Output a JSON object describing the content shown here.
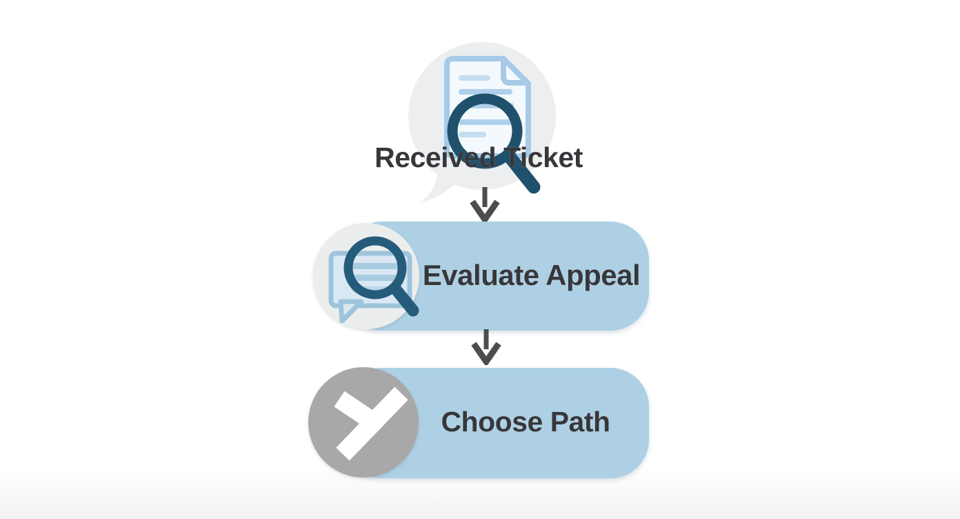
{
  "diagram": {
    "type": "flowchart",
    "direction": "vertical",
    "background": "#FFFFFF",
    "steps": [
      {
        "id": "received-ticket",
        "label": "Received Ticket",
        "icon": "document-search-icon",
        "shape": "speech-bubble-circle"
      },
      {
        "id": "evaluate-appeal",
        "label": "Evaluate Appeal",
        "icon": "comment-search-icon",
        "shape": "rounded-pill"
      },
      {
        "id": "choose-path",
        "label": "Choose Path",
        "icon": "branch-fork-icon",
        "shape": "rounded-pill"
      }
    ],
    "connectors": [
      {
        "from": "received-ticket",
        "to": "evaluate-appeal",
        "type": "arrow-down"
      },
      {
        "from": "evaluate-appeal",
        "to": "choose-path",
        "type": "arrow-down"
      }
    ],
    "colors": {
      "pill_blue": "#ADD0E4",
      "icon_circle_gray": "#ECEEEE",
      "branch_circle_gray": "#A8A8A9",
      "magnifier_teal": "#1F506C",
      "document_blue": "#A6CAE8",
      "document_fill": "#F4F9FD",
      "bubble_fill": "#D9E8F3",
      "arrow_gray": "#4B4D4F",
      "label_text": "#37373B"
    }
  }
}
